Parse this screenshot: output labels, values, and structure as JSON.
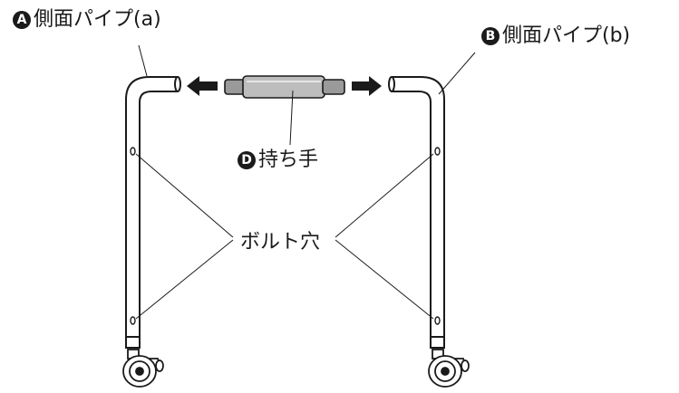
{
  "labels": {
    "side_pipe_a": {
      "badge": "A",
      "text": "側面パイプ(a)"
    },
    "side_pipe_b": {
      "badge": "B",
      "text": "側面パイプ(b)"
    },
    "handle": {
      "badge": "D",
      "text": "持ち手"
    },
    "bolt_holes": {
      "text": "ボルト穴"
    }
  },
  "colors": {
    "line": "#1a1a1a",
    "pipe_fill": "#ffffff",
    "handle_fill": "#bdbdbd",
    "handle_end_fill": "#9a9a9a"
  }
}
